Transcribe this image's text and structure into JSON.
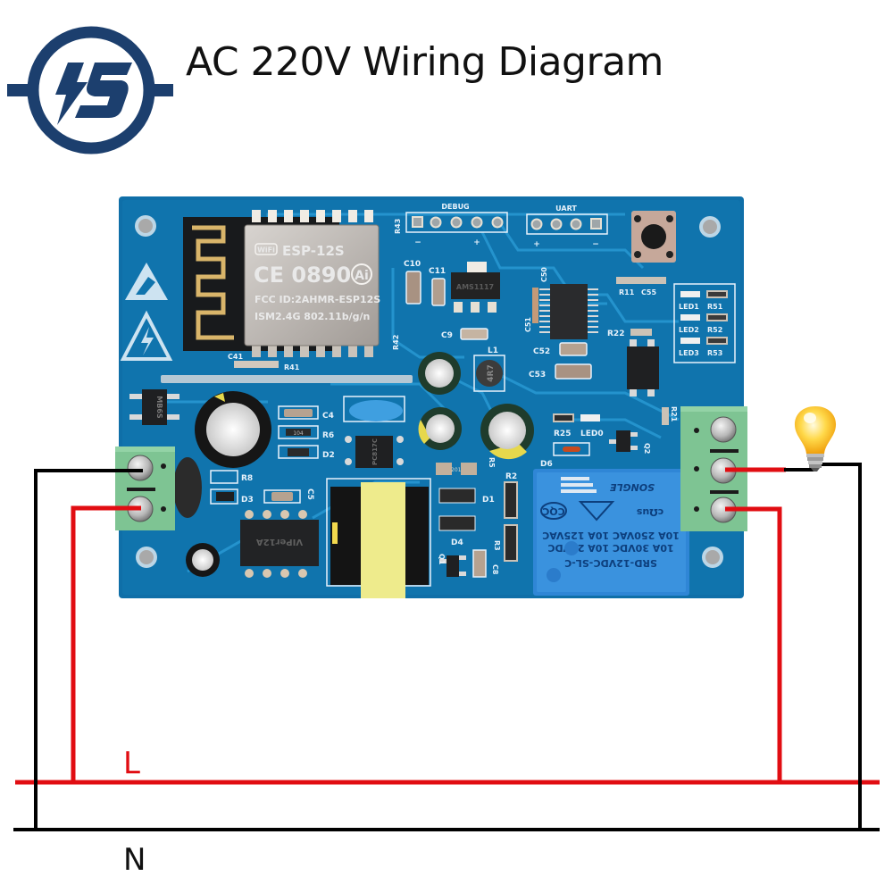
{
  "header": {
    "title": "AC 220V Wiring Diagram",
    "logo_icon": "lightning-s-logo-icon",
    "brand_color": "#1c3f6e"
  },
  "wiring": {
    "live_label": "L",
    "neutral_label": "N",
    "live_color": "#e10d12",
    "neutral_color": "#000000",
    "load_icon": "light-bulb-icon"
  },
  "board": {
    "pcb_color": "#0f6fa8",
    "wifi_module": {
      "brand_mark": "WiFi",
      "model": "ESP-12S",
      "cert": "CE 0890",
      "ai_mark": "Ai",
      "fcc": "FCC ID:2AHMR-ESP12S",
      "spec": "ISM2.4G  802.11b/g/n"
    },
    "headers": {
      "debug_label": "DEBUG",
      "uart_label": "UART",
      "minus": "−",
      "plus": "+"
    },
    "silkscreen": {
      "r43": "R43",
      "r42": "R42",
      "r41": "R41",
      "c41": "C41",
      "c10": "C10",
      "c11": "C11",
      "c9": "C9",
      "l1": "L1",
      "c50": "C50",
      "c51": "C51",
      "c52": "C52",
      "c53": "C53",
      "r11": "R11",
      "c55": "C55",
      "r22": "R22",
      "led1": "LED1",
      "r51": "R51",
      "led2": "LED2",
      "r52": "R52",
      "led3": "LED3",
      "r53": "R53",
      "r25": "R25",
      "led0": "LED0",
      "q2": "Q2",
      "d6": "D6",
      "r21": "R21",
      "c4": "C4",
      "r6": "R6",
      "d2": "D2",
      "r8": "R8",
      "d3": "D3",
      "c5": "C5",
      "r5": "R5",
      "r2": "R2",
      "d1": "D1",
      "d4": "D4",
      "q1": "Q1",
      "r3": "R3",
      "c8": "C8"
    },
    "chips": {
      "regulator": "AMS1117",
      "bridge": "MB6S",
      "opto": "PC817C",
      "driver": "VIPer12A",
      "inductor": "4R7",
      "resistor_code": "201",
      "r6_code": "104"
    },
    "relay": {
      "model": "SRD-12VDC-SL-C",
      "rating_dc": "10A  30VDC  10A  28VDC",
      "rating_ac": "10A 250VAC  10A 125VAC",
      "brand": "SONGLE",
      "cert_cqc": "CQC",
      "cert_ul": "cΩus"
    }
  }
}
